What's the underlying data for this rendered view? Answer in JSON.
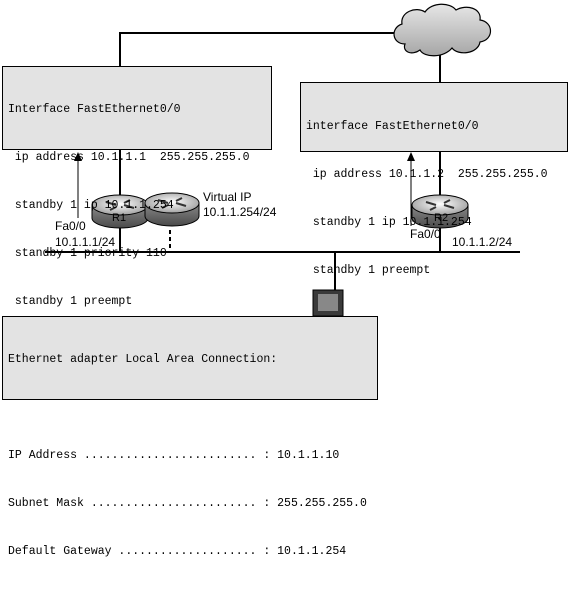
{
  "left_config": [
    "Interface FastEthernet0/0",
    " ip address 10.1.1.1  255.255.255.0",
    " standby 1 ip 10.1.1.254",
    " standby 1 priority 110",
    " standby 1 preempt"
  ],
  "right_config": [
    "interface FastEthernet0/0",
    " ip address 10.1.1.2  255.255.255.0",
    " standby 1 ip 10.1.1.254",
    " standby 1 preempt"
  ],
  "host_config": [
    "Ethernet adapter Local Area Connection:",
    "",
    "IP Address ......................... : 10.1.1.10",
    "Subnet Mask ........................ : 255.255.255.0",
    "Default Gateway .................... : 10.1.1.254"
  ],
  "routers": {
    "r1": {
      "name": "R1",
      "interface": "Fa0/0",
      "ip": "10.1.1.1/24"
    },
    "r2": {
      "name": "R2",
      "interface": "Fa0/0",
      "ip": "10.1.1.2/24"
    },
    "virtual": {
      "title": "Virtual IP",
      "ip": "10.1.1.254/24"
    }
  }
}
